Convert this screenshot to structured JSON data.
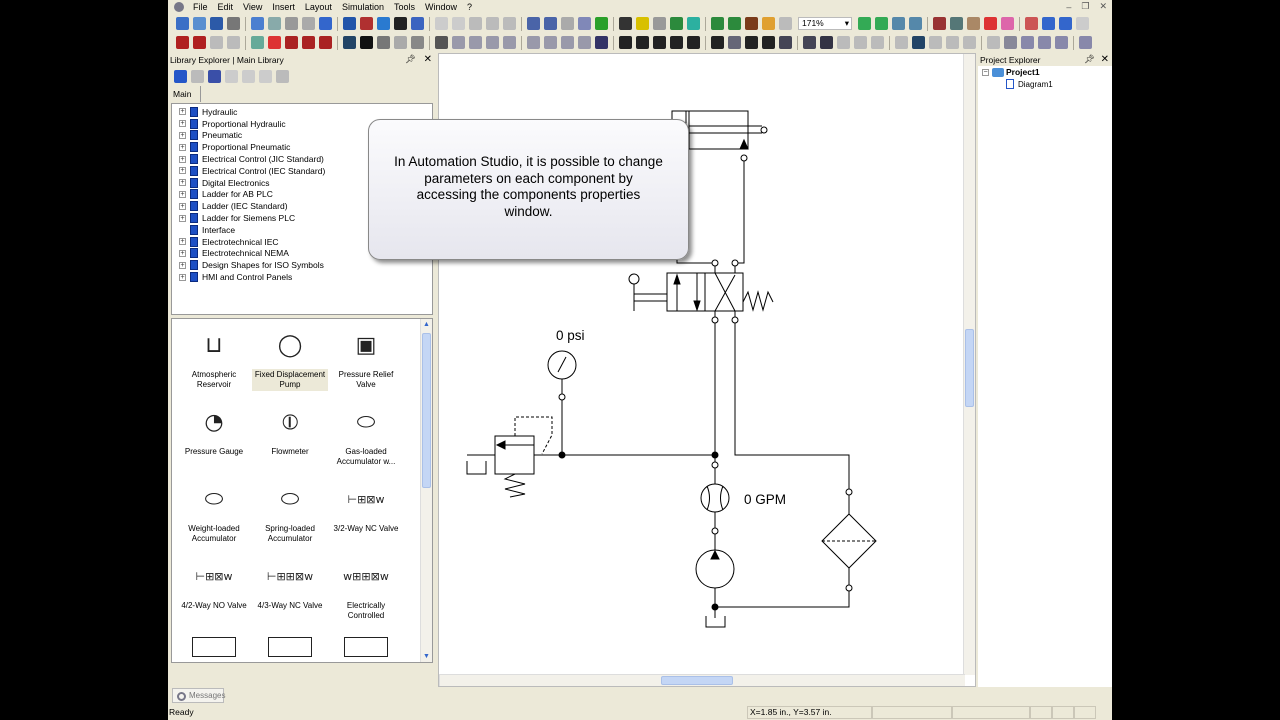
{
  "menu": [
    "File",
    "Edit",
    "View",
    "Insert",
    "Layout",
    "Simulation",
    "Tools",
    "Window",
    "?"
  ],
  "toolbar1_icons": [
    "new-icon",
    "open-icon",
    "save-icon",
    "print-icon",
    "copy-doc-icon",
    "paste-doc-icon",
    "page-icon",
    "page2-icon",
    "zoom-select-icon",
    "simulate-icon",
    "eraser-icon",
    "component-icon",
    "camera-icon",
    "grid-icon",
    "back-icon",
    "forward-icon",
    "cut-icon",
    "copy-icon",
    "paste-icon",
    "undo-icon",
    "redo-icon",
    "properties-icon",
    "check-icon",
    "green-ball-icon",
    "pause-icon",
    "filter-icon",
    "gray-ball-icon",
    "tree1-icon",
    "tree2-icon",
    "tree3-icon",
    "tree4-icon",
    "plot-icon",
    "note-icon",
    "link-icon"
  ],
  "zoom_level": "171%",
  "toolbar1_right_icons": [
    "zoom-in-icon",
    "zoom-out-icon",
    "zoom-area-icon",
    "zoom-page-icon",
    "zoom-fit-icon",
    "zoom-find-icon",
    "pan-hand-icon",
    "snap-icon",
    "point-icon",
    "link-point-icon",
    "center-icon",
    "abc-icon",
    "grid-dots-icon"
  ],
  "toolbar2_icons": [
    "record-icon",
    "record-step-icon",
    "pause-sim-icon",
    "stop-sim-icon",
    "step-icon",
    "battery-icon",
    "probe-icon",
    "probe2-icon",
    "probe3-icon",
    "pen-icon",
    "line-thick-icon",
    "line-dashed-icon",
    "eye-icon",
    "font-small-icon",
    "font-large-icon",
    "bold-icon",
    "italic-icon",
    "underline-icon",
    "align-left-icon",
    "align-center-icon",
    "align-right-icon",
    "text-box-icon",
    "paint-icon",
    "pointer-icon",
    "line-icon",
    "rectangle-icon",
    "ellipse-icon",
    "arc-icon",
    "polygon-icon",
    "text-icon",
    "image-icon",
    "code-icon",
    "number-icon",
    "node-icon",
    "node2-icon",
    "connect-icon",
    "draw1-icon",
    "draw2-icon",
    "draw3-icon",
    "draw4-icon",
    "rotate-icon",
    "flip1-icon",
    "flip2-icon",
    "flip3-icon",
    "flip4-icon",
    "align-icon",
    "front-icon",
    "back-order-icon",
    "group-icon",
    "ungroup-icon"
  ],
  "window_controls": {
    "minimize": "–",
    "restore": "❐",
    "close": "✕"
  },
  "library": {
    "title": "Library Explorer | Main Library",
    "tab": "Main",
    "items": [
      "Hydraulic",
      "Proportional Hydraulic",
      "Pneumatic",
      "Proportional Pneumatic",
      "Electrical Control (JIC Standard)",
      "Electrical Control (IEC Standard)",
      "Digital Electronics",
      "Ladder for AB PLC",
      "Ladder (IEC Standard)",
      "Ladder for Siemens PLC",
      "Interface",
      "Electrotechnical IEC",
      "Electrotechnical NEMA",
      "Design Shapes for ISO Symbols",
      "HMI and Control Panels"
    ],
    "components": [
      "Atmospheric Reservoir",
      "Fixed Displacement Pump",
      "Pressure Relief Valve",
      "Pressure Gauge",
      "Flowmeter",
      "Gas-loaded Accumulator w...",
      "Weight-loaded Accumulator",
      "Spring-loaded Accumulator",
      "3/2-Way NC Valve",
      "4/2-Way NO Valve",
      "4/3-Way NC Valve",
      "Electrically Controlled"
    ],
    "selected_component": "Fixed Displacement Pump"
  },
  "callout": "In Automation Studio, it is possible to change parameters on each component by accessing the components properties window.",
  "diagram": {
    "pressure_label": "0 psi",
    "flow_label": "0 GPM"
  },
  "project": {
    "title": "Project Explorer",
    "project": "Project1",
    "diagram": "Diagram1"
  },
  "messages_tab": "Messages",
  "status": {
    "text": "Ready",
    "coords": "X=1.85 in., Y=3.57 in."
  },
  "colors": {
    "accent": "#316ac5",
    "chrome": "#ece9d8",
    "library_book": "#1d4fc4"
  }
}
